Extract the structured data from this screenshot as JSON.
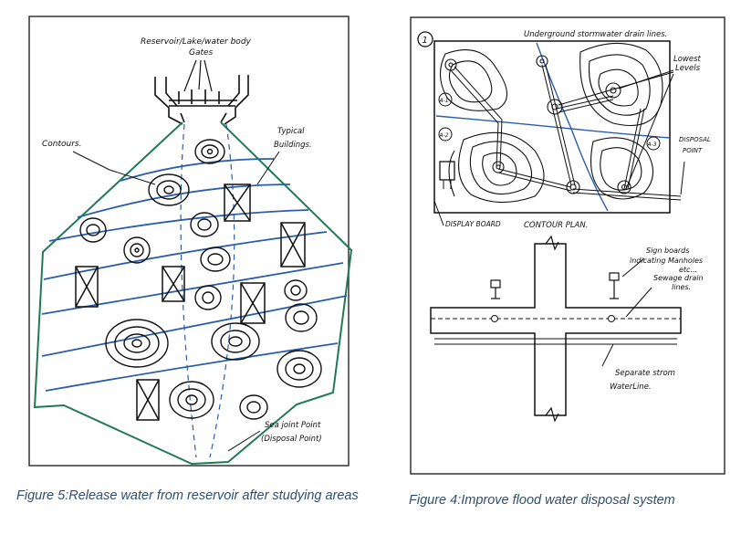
{
  "figure5": {
    "caption": "Figure 5:Release water from reservoir after studying areas",
    "labels": {
      "reservoir": "Reservoir/Lake/water body",
      "gates": "Gates",
      "contours": "Contours.",
      "buildings_1": "Typical",
      "buildings_2": "Buildings.",
      "sea_1": "Sea joint Point",
      "sea_2": "(Disposal Point)"
    }
  },
  "figure4": {
    "caption": "Figure 4:Improve flood water disposal system",
    "labels": {
      "number": "1",
      "underground": "Underground stormwater drain lines.",
      "lowest_1": "Lowest",
      "lowest_2": "Levels",
      "disposal_1": "DISPOSAL",
      "disposal_2": "POINT",
      "display_board": "DISPLAY BOARD",
      "contour_plan": "CONTOUR PLAN.",
      "a1": "A-1",
      "a2": "A-2",
      "a3": "A-3",
      "sign_1": "Sign boards",
      "sign_2": "indicating Manholes",
      "sign_3": "etc...",
      "sewage_1": "Sewage drain",
      "sewage_2": "lines.",
      "storm_1": "Separate strom",
      "storm_2": "WaterLine."
    }
  },
  "colors": {
    "green_outline": "#1f7a55",
    "blue_contour": "#2b5ea8",
    "ink": "#111111",
    "caption": "#2f4f6f"
  }
}
